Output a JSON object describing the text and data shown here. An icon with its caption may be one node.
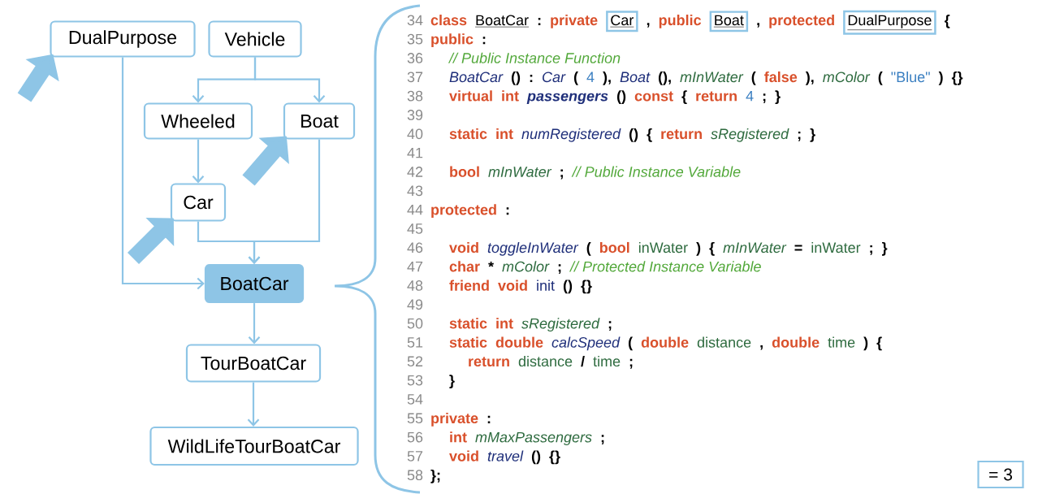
{
  "diagram": {
    "nodes": [
      {
        "text": [
          "DualPurpose"
        ]
      },
      {
        "text": [
          "Vehicle"
        ]
      },
      {
        "text": [
          "Wheeled"
        ]
      },
      {
        "text": [
          "Boat"
        ]
      },
      {
        "text": [
          "Car"
        ]
      },
      {
        "text": [
          "BoatCar"
        ]
      },
      {
        "text": [
          "TourBoatCar"
        ]
      },
      {
        "text": [
          "WildLifeTourBoatCar"
        ]
      },
      {
        "text": [
          "Car"
        ]
      },
      {
        "text": [
          "Boat"
        ]
      },
      {
        "text": [
          "DualPurpose"
        ]
      },
      {
        "text": [
          "= 3"
        ]
      }
    ],
    "edges": [
      {
        "from": 1,
        "to": 2,
        "arrow": "to"
      },
      {
        "from": 1,
        "to": 3,
        "arrow": "to"
      },
      {
        "from": 2,
        "to": 4,
        "arrow": "to"
      },
      {
        "from": 4,
        "to": 5,
        "arrow": "to"
      },
      {
        "from": 3,
        "to": 5,
        "arrow": "to"
      },
      {
        "from": 0,
        "to": 5,
        "arrow": "to"
      },
      {
        "from": 5,
        "to": 6,
        "arrow": "to"
      },
      {
        "from": 6,
        "to": 7,
        "arrow": "to"
      },
      {
        "from": null,
        "to": 0,
        "arrow": "to",
        "style": "thick"
      },
      {
        "from": null,
        "to": 3,
        "arrow": "to",
        "style": "thick"
      },
      {
        "from": null,
        "to": 4,
        "arrow": "to",
        "style": "thick"
      }
    ],
    "labels": [
      "34",
      "class",
      "BoatCar",
      ":",
      "private",
      ",",
      "public",
      ",",
      "protected",
      "{",
      "35",
      "public",
      ":",
      "36",
      "// Public Instance Function",
      "37",
      "BoatCar",
      "()",
      ":",
      "Car",
      "(",
      "4",
      "),",
      "Boat",
      "(),",
      "mInWater",
      "(",
      "false",
      "),",
      "mColor",
      "(",
      "\"Blue\"",
      ")",
      "{}",
      "38",
      "virtual",
      "int",
      "passengers",
      "()",
      "const",
      "{",
      "return",
      "4",
      ";",
      "}",
      "39",
      "40",
      "static",
      "int",
      "numRegistered",
      "()",
      "{",
      "return",
      "sRegistered",
      ";",
      "}",
      "41",
      "42",
      "bool",
      "mInWater",
      ";",
      "// Public Instance Variable",
      "43",
      "44",
      "protected",
      ":",
      "45",
      "46",
      "void",
      "toggleInWater",
      "(",
      "bool",
      "inWater",
      ")",
      "{",
      "mInWater",
      "=",
      "inWater",
      ";",
      "}",
      "47",
      "char",
      "*",
      "mColor",
      ";",
      "// Protected Instance Variable",
      "48",
      "friend",
      "void",
      "init",
      "()",
      "{}",
      "49",
      "50",
      "static",
      "int",
      "sRegistered",
      ";",
      "51",
      "static",
      "double",
      "calcSpeed",
      "(",
      "double",
      "distance",
      ",",
      "double",
      "time",
      ")",
      "{",
      "52",
      "return",
      "distance",
      "/",
      "time",
      ";",
      "53",
      "}",
      "54",
      "55",
      "private",
      ":",
      "56",
      "int",
      "mMaxPassengers",
      ";",
      "57",
      "void",
      "travel",
      "()",
      "{}",
      "58",
      "};"
    ]
  }
}
